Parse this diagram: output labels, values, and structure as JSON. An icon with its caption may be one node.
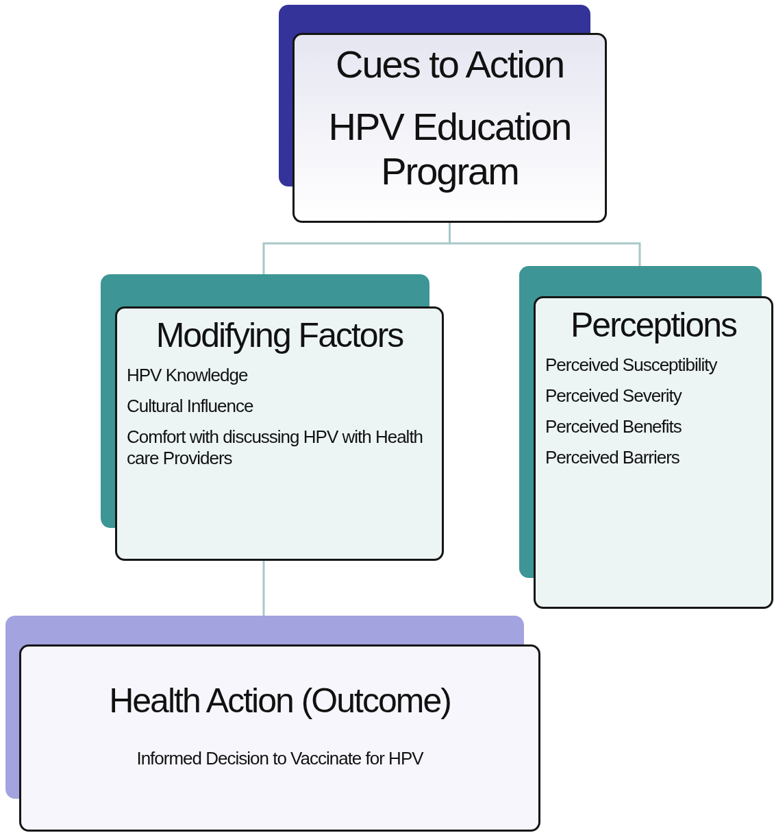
{
  "diagram": {
    "nodes": [
      {
        "text": [
          "Cues to Action",
          "HPV Education Program"
        ]
      },
      {
        "text": [
          "Modifying Factors",
          "HPV Knowledge",
          "Cultural Influence",
          "Comfort with discussing HPV with Health care Providers"
        ]
      },
      {
        "text": [
          "Perceptions",
          "Perceived Susceptibility",
          "Perceived Severity",
          "Perceived Benefits",
          "Perceived Barriers"
        ]
      },
      {
        "text": [
          "Health Action (Outcome)",
          "Informed Decision to Vaccinate for HPV"
        ]
      }
    ],
    "edges": [
      {
        "from": 0,
        "to": 1,
        "arrow": "none"
      },
      {
        "from": 0,
        "to": 2,
        "arrow": "none"
      },
      {
        "from": 1,
        "to": 3,
        "arrow": "none"
      }
    ]
  }
}
